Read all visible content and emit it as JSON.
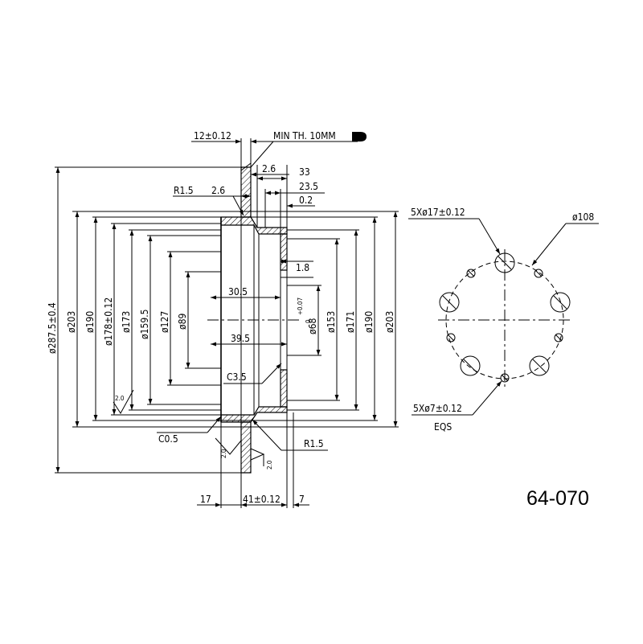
{
  "header": {
    "thickness": "12±0.12",
    "min_thickness": "MIN TH. 10MM"
  },
  "dims": {
    "d_287_5": "ø287.5±0.4",
    "d_203_left": "ø203",
    "d_190_left": "ø190",
    "d_178": "ø178±0.12",
    "d_173": "ø173",
    "d_159_5": "ø159.5",
    "d_127": "ø127",
    "d_89": "ø89",
    "d_68": "ø68",
    "d_68_tol_upper": "+0.07",
    "d_68_tol_lower": "0",
    "d_153": "ø153",
    "d_171": "ø171",
    "d_190_right": "ø190",
    "d_203_right": "ø203",
    "r_1_5_top": "R1.5",
    "r_1_5_bottom": "R1.5",
    "len_2_6_a": "2.6",
    "len_2_6_b": "2.6",
    "len_33": "33",
    "len_23_5": "23.5",
    "len_0_2": "0.2",
    "len_1_8": "1.8",
    "len_30_5": "30.5",
    "len_39_5": "39.5",
    "chamfer_c3_5": "C3.5",
    "chamfer_c0_5": "C0.5",
    "finish_2_0_a": "2.0",
    "finish_2_0_b": "2.0",
    "finish_2_0_c": "2.0",
    "len_17": "17",
    "len_41": "41±0.12",
    "len_7": "7"
  },
  "bolt_pattern": {
    "large_holes": "5Xø17±0.12",
    "pcd": "ø108",
    "small_holes": "5Xø7±0.12",
    "spacing": "EQS"
  },
  "part_number": "64-070"
}
